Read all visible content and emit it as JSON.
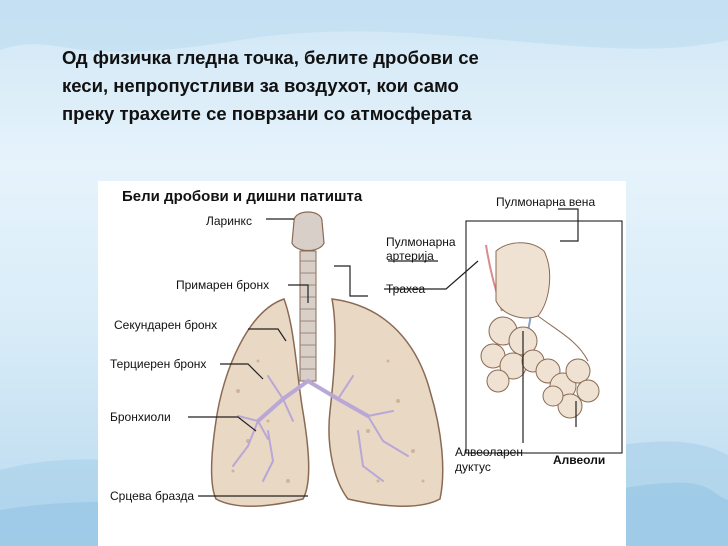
{
  "slide": {
    "text_lines": [
      "Од физичка гледна точка, белите дробови се",
      "кеси, непропустливи за воздухот, кои само",
      "преку трахеите се поврзани со атмосферата"
    ]
  },
  "figure": {
    "title": "Бели дробови и дишни патишта",
    "labels": {
      "larynx": "Ларинкс",
      "primary_bronchus": "Примарен бронх",
      "secondary_bronchus": "Секундарен бронх",
      "tertiary_bronchus": "Терциерен бронх",
      "bronchioles": "Бронхиоли",
      "cardiac_notch": "Срцева бразда",
      "pulmonary_vein": "Пулмонарна вена",
      "pulmonary_artery_1": "Пулмонарна",
      "pulmonary_artery_2": "артерија",
      "trachea": "Трахеа",
      "alveolar_duct_1": "Алвеоларен",
      "alveolar_duct_2": "дуктус",
      "alveoli": "Алвеоли"
    }
  },
  "colors": {
    "lung_fill": "#e9d8c4",
    "lung_stroke": "#8a6a55",
    "bronchi": "#b9a7d6",
    "trachea": "#d8cfc8",
    "vein": "#d98b8b",
    "leader": "#222222"
  }
}
